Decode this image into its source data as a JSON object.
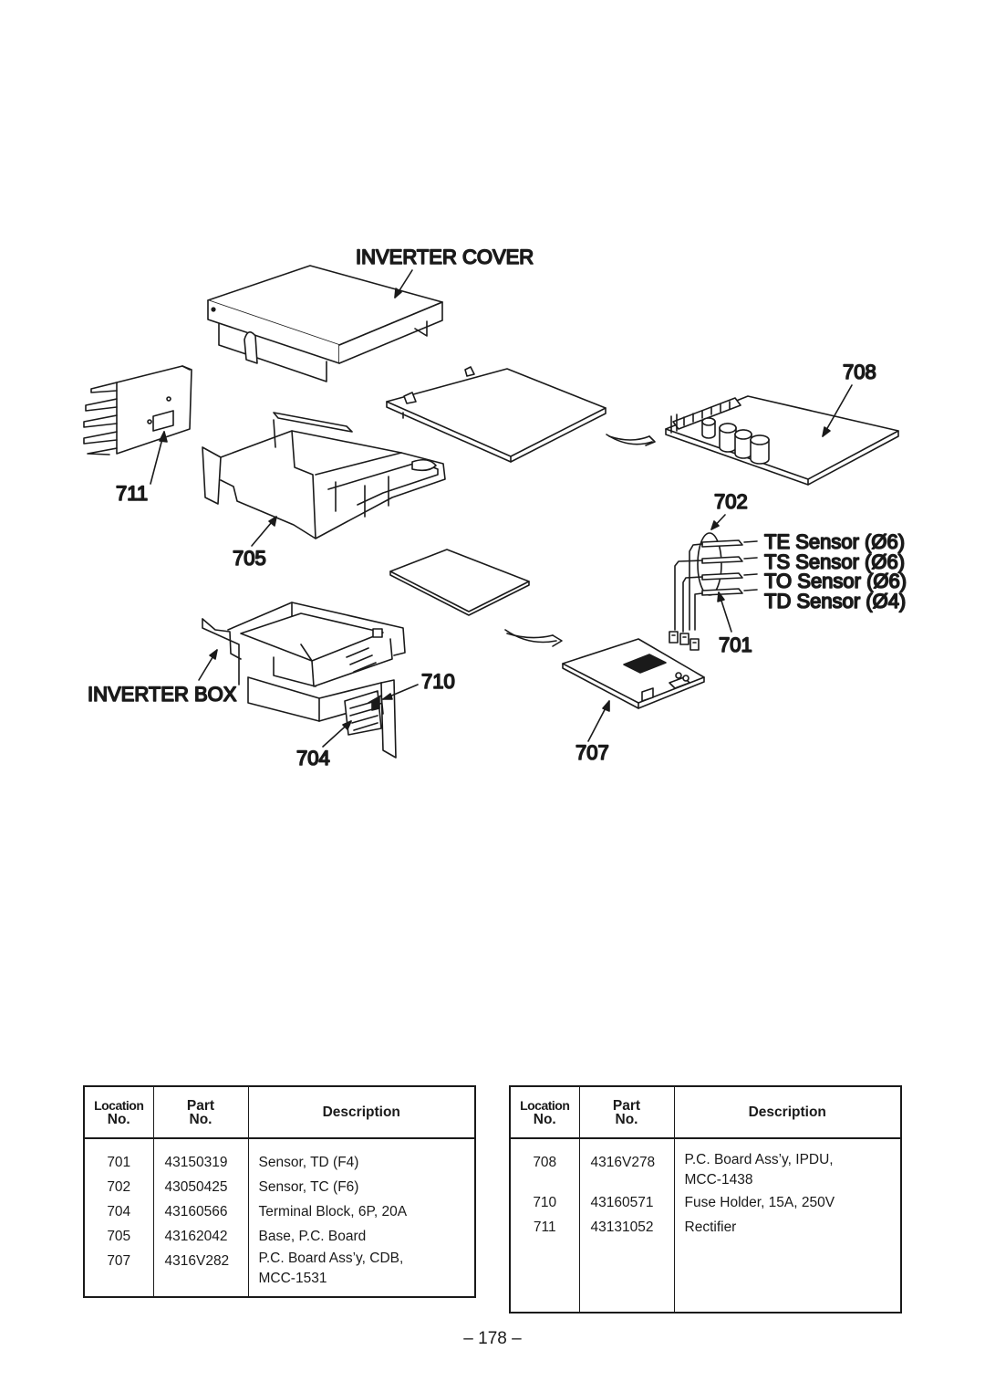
{
  "diagram": {
    "labels": {
      "inverter_cover": "INVERTER COVER",
      "inverter_box": "INVERTER BOX",
      "n708": "708",
      "n711": "711",
      "n702": "702",
      "n705": "705",
      "n701": "701",
      "n710": "710",
      "n704": "704",
      "n707": "707"
    },
    "sensors": [
      "TE Sensor (Ø6)",
      "TS Sensor (Ø6)",
      "TO Sensor (Ø6)",
      "TD Sensor (Ø4)"
    ]
  },
  "tables": {
    "headers": {
      "location_1": "Location",
      "location_2": "No.",
      "part_1": "Part",
      "part_2": "No.",
      "description": "Description"
    },
    "left": [
      {
        "loc": "701",
        "part": "43150319",
        "desc": "Sensor, TD (F4)"
      },
      {
        "loc": "702",
        "part": "43050425",
        "desc": "Sensor, TC (F6)"
      },
      {
        "loc": "704",
        "part": "43160566",
        "desc": "Terminal Block, 6P, 20A"
      },
      {
        "loc": "705",
        "part": "43162042",
        "desc": "Base, P.C. Board"
      },
      {
        "loc": "707",
        "part": "4316V282",
        "desc": "P.C. Board Ass’y, CDB,\nMCC-1531"
      }
    ],
    "right": [
      {
        "loc": "708",
        "part": "4316V278",
        "desc": "P.C. Board Ass’y, IPDU,\nMCC-1438"
      },
      {
        "loc": "710",
        "part": "43160571",
        "desc": "Fuse Holder, 15A, 250V"
      },
      {
        "loc": "711",
        "part": "43131052",
        "desc": "Rectifier"
      }
    ]
  },
  "page_number": "– 178 –"
}
